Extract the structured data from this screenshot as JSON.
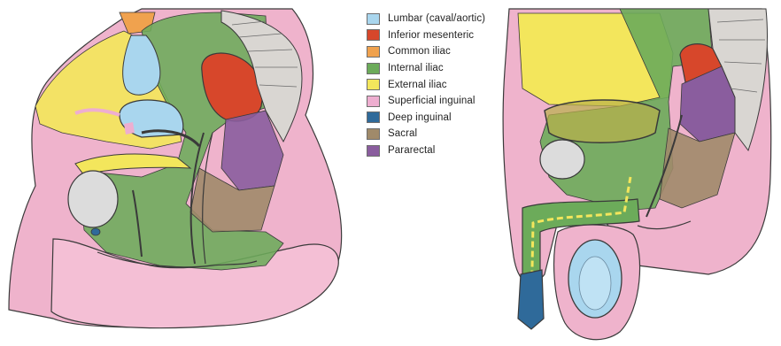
{
  "legend": {
    "items": [
      {
        "key": "lumbar",
        "label": "Lumbar (caval/aortic)",
        "color": "#a9d6ee"
      },
      {
        "key": "inferior_mesenteric",
        "label": "Inferior mesenteric",
        "color": "#d7472b"
      },
      {
        "key": "common_iliac",
        "label": "Common iliac",
        "color": "#f0a24e"
      },
      {
        "key": "internal_iliac",
        "label": "Internal iliac",
        "color": "#6cab5a"
      },
      {
        "key": "external_iliac",
        "label": "External iliac",
        "color": "#f3e65c"
      },
      {
        "key": "superficial_inguinal",
        "label": "Superficial inguinal",
        "color": "#eeaed0"
      },
      {
        "key": "deep_inguinal",
        "label": "Deep inguinal",
        "color": "#2f6a9a"
      },
      {
        "key": "sacral",
        "label": "Sacral",
        "color": "#a08a6a"
      },
      {
        "key": "pararectal",
        "label": "Pararectal",
        "color": "#8a5d9e"
      }
    ]
  },
  "colors": {
    "skin": "#efb3cc",
    "skin_dark": "#de8fb2",
    "outline": "#3a3a3a",
    "bone": "#d9d6d2",
    "pubis": "#dcdcdc"
  }
}
